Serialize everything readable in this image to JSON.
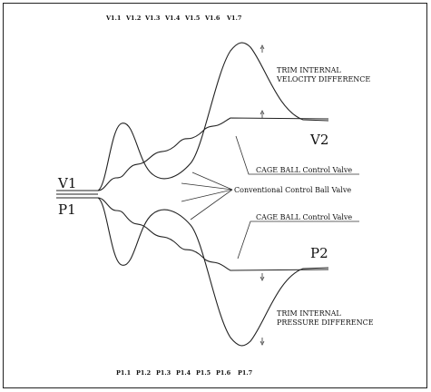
{
  "velocity_points": [
    "V1.1",
    "V1.2",
    "V1.3",
    "V1.4",
    "V1.5",
    "V1.6",
    "V1.7"
  ],
  "pressure_points": [
    "P1.1",
    "P1.2",
    "P1.3",
    "P1.4",
    "P1.5",
    "P1.6",
    "P1.7"
  ],
  "inlet": {
    "velocity": "V1",
    "pressure": "P1"
  },
  "outlet": {
    "velocity": "V2",
    "pressure": "P2"
  },
  "labels": {
    "velocity_diff_line1": "TRIM INTERNAL",
    "velocity_diff_line2": "VELOCITY DIFFERENCE",
    "cage_ball_upper": "CAGE BALL Control Valve",
    "conventional": "Conventional Control Ball Valve",
    "cage_ball_lower": "CAGE BALL Control Valve",
    "pressure_diff_line1": "TRIM INTERNAL",
    "pressure_diff_line2": "PRESSURE DIFFERENCE"
  },
  "colors": {
    "ink": "#222222",
    "background": "#ffffff"
  }
}
